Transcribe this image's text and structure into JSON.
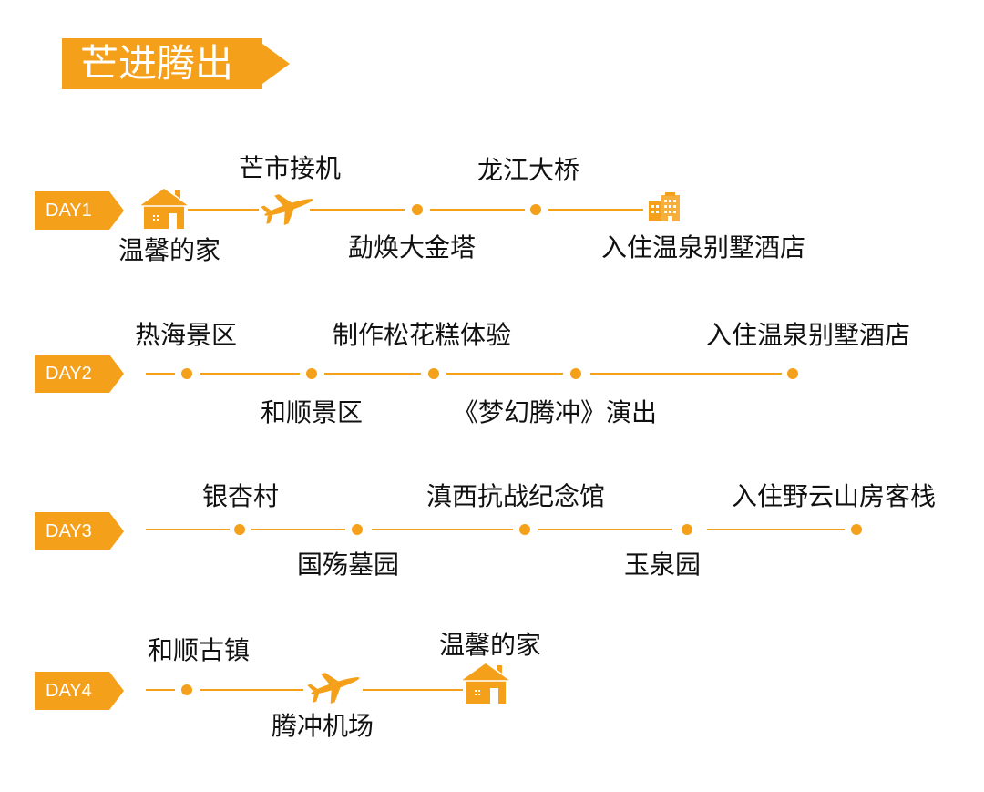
{
  "title": "芒进腾出",
  "colors": {
    "accent": "#F5A01A",
    "text": "#111111",
    "tag_text": "#FFFFFF"
  },
  "days": [
    {
      "tag": "DAY1",
      "stops": [
        {
          "label": "温馨的家",
          "marker": "house-icon"
        },
        {
          "label": "芒市接机",
          "marker": "plane-icon"
        },
        {
          "label": "勐焕大金塔",
          "marker": "dot"
        },
        {
          "label": "龙江大桥",
          "marker": "dot"
        },
        {
          "label": "入住温泉别墅酒店",
          "marker": "hotel-building-icon"
        }
      ]
    },
    {
      "tag": "DAY2",
      "stops": [
        {
          "label": "热海景区",
          "marker": "dot"
        },
        {
          "label": "和顺景区",
          "marker": "dot"
        },
        {
          "label": "制作松花糕体验",
          "marker": "dot"
        },
        {
          "label": "《梦幻腾冲》演出",
          "marker": "dot"
        },
        {
          "label": "入住温泉别墅酒店",
          "marker": "dot"
        }
      ]
    },
    {
      "tag": "DAY3",
      "stops": [
        {
          "label": "银杏村",
          "marker": "dot"
        },
        {
          "label": "国殇墓园",
          "marker": "dot"
        },
        {
          "label": "滇西抗战纪念馆",
          "marker": "dot"
        },
        {
          "label": "玉泉园",
          "marker": "dot"
        },
        {
          "label": "入住野云山房客栈",
          "marker": "dot"
        }
      ]
    },
    {
      "tag": "DAY4",
      "stops": [
        {
          "label": "和顺古镇",
          "marker": "dot"
        },
        {
          "label": "腾冲机场",
          "marker": "plane-icon"
        },
        {
          "label": "温馨的家",
          "marker": "house-icon"
        }
      ]
    }
  ]
}
